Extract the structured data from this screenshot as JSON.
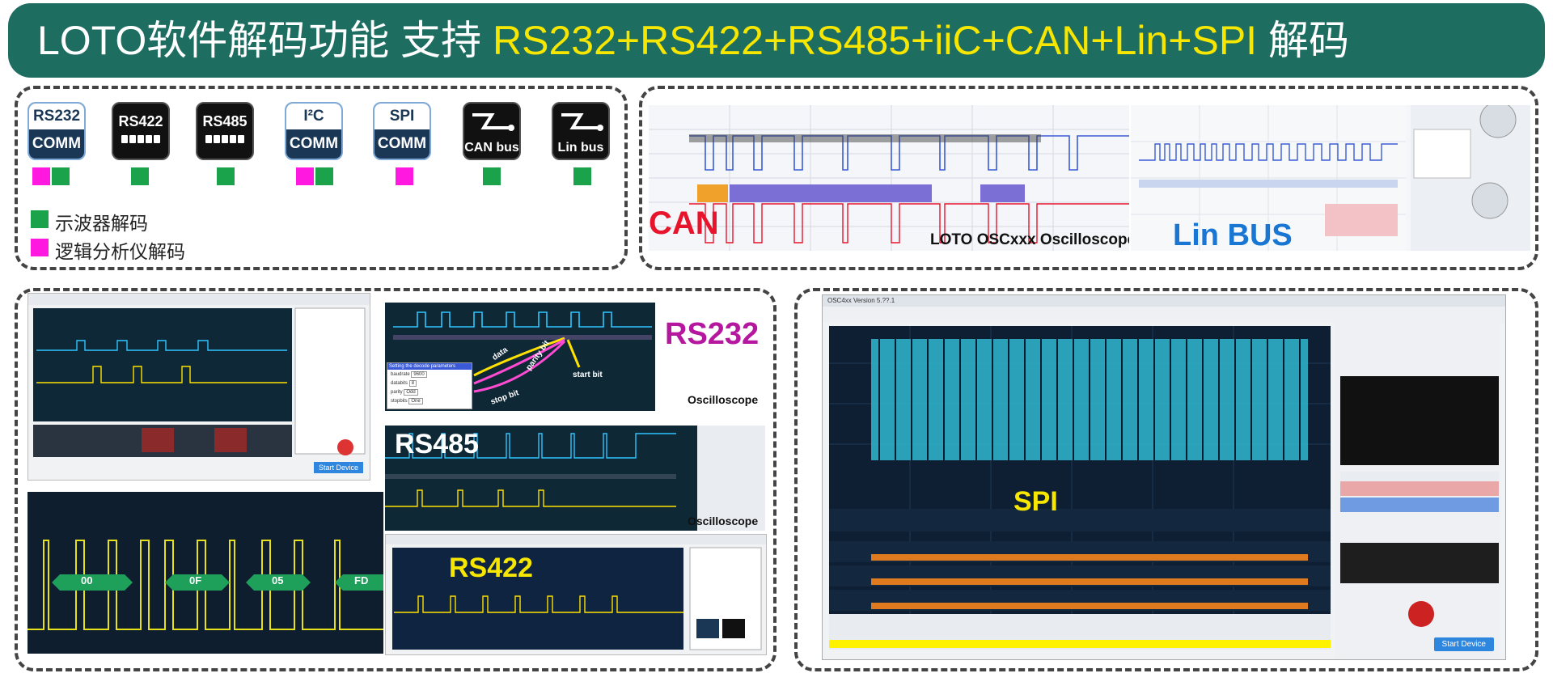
{
  "banner": {
    "prefix": "LOTO软件解码功能  支持 ",
    "protocols": "RS232+RS422+RS485+iiC+CAN+Lin+SPI",
    "suffix": " 解码"
  },
  "badges": [
    {
      "top": "RS232",
      "bottom": "COMM",
      "style": "blue",
      "marks": [
        "magenta",
        "green"
      ]
    },
    {
      "top": "RS422",
      "bottom": "",
      "style": "black",
      "marks": [
        "green"
      ]
    },
    {
      "top": "RS485",
      "bottom": "",
      "style": "black",
      "marks": [
        "green"
      ]
    },
    {
      "top": "I²C",
      "bottom": "COMM",
      "style": "blue",
      "marks": [
        "magenta",
        "green"
      ]
    },
    {
      "top": "SPI",
      "bottom": "COMM",
      "style": "blue",
      "marks": [
        "magenta"
      ]
    },
    {
      "top": "CAN bus",
      "bottom": "",
      "style": "black",
      "marks": [
        "green"
      ]
    },
    {
      "top": "Lin bus",
      "bottom": "",
      "style": "black",
      "marks": [
        "green"
      ]
    }
  ],
  "legend": {
    "green_label": "示波器解码",
    "magenta_label": "逻辑分析仪解码"
  },
  "panels": {
    "can_label": "CAN",
    "can_caption": "LOTO  OSCxxx Oscilloscope",
    "lin_label": "Lin BUS",
    "rs232_label": "RS232",
    "rs232_caption": "Oscilloscope",
    "rs232_annotations": [
      "data",
      "parity bit",
      "stop bit",
      "start bit"
    ],
    "rs232_dialog_title": "Setting the decode parameters",
    "rs232_dialog_fields": [
      {
        "name": "baudrate",
        "value": "9600"
      },
      {
        "name": "databits",
        "value": "8"
      },
      {
        "name": "parity",
        "value": "Odd"
      },
      {
        "name": "stopbits",
        "value": "One"
      }
    ],
    "rs485_label": "RS485",
    "rs485_caption": "Oscilloscope",
    "rs422_label": "RS422",
    "decode_bytes": [
      "00",
      "0F",
      "05",
      "FD"
    ],
    "spi_label": "SPI",
    "spi_window_title": "OSC4xx  Version 5.??.1",
    "spi_start_button": "Start Device",
    "rs232_start_button": "Start Device"
  },
  "colors": {
    "banner_bg": "#1d6d61",
    "highlight": "#f7e600",
    "green": "#1aa34a",
    "magenta": "#ff19e0",
    "can_red": "#e8142c",
    "lin_blue": "#1976d2",
    "rs232_purple": "#b5179e"
  }
}
